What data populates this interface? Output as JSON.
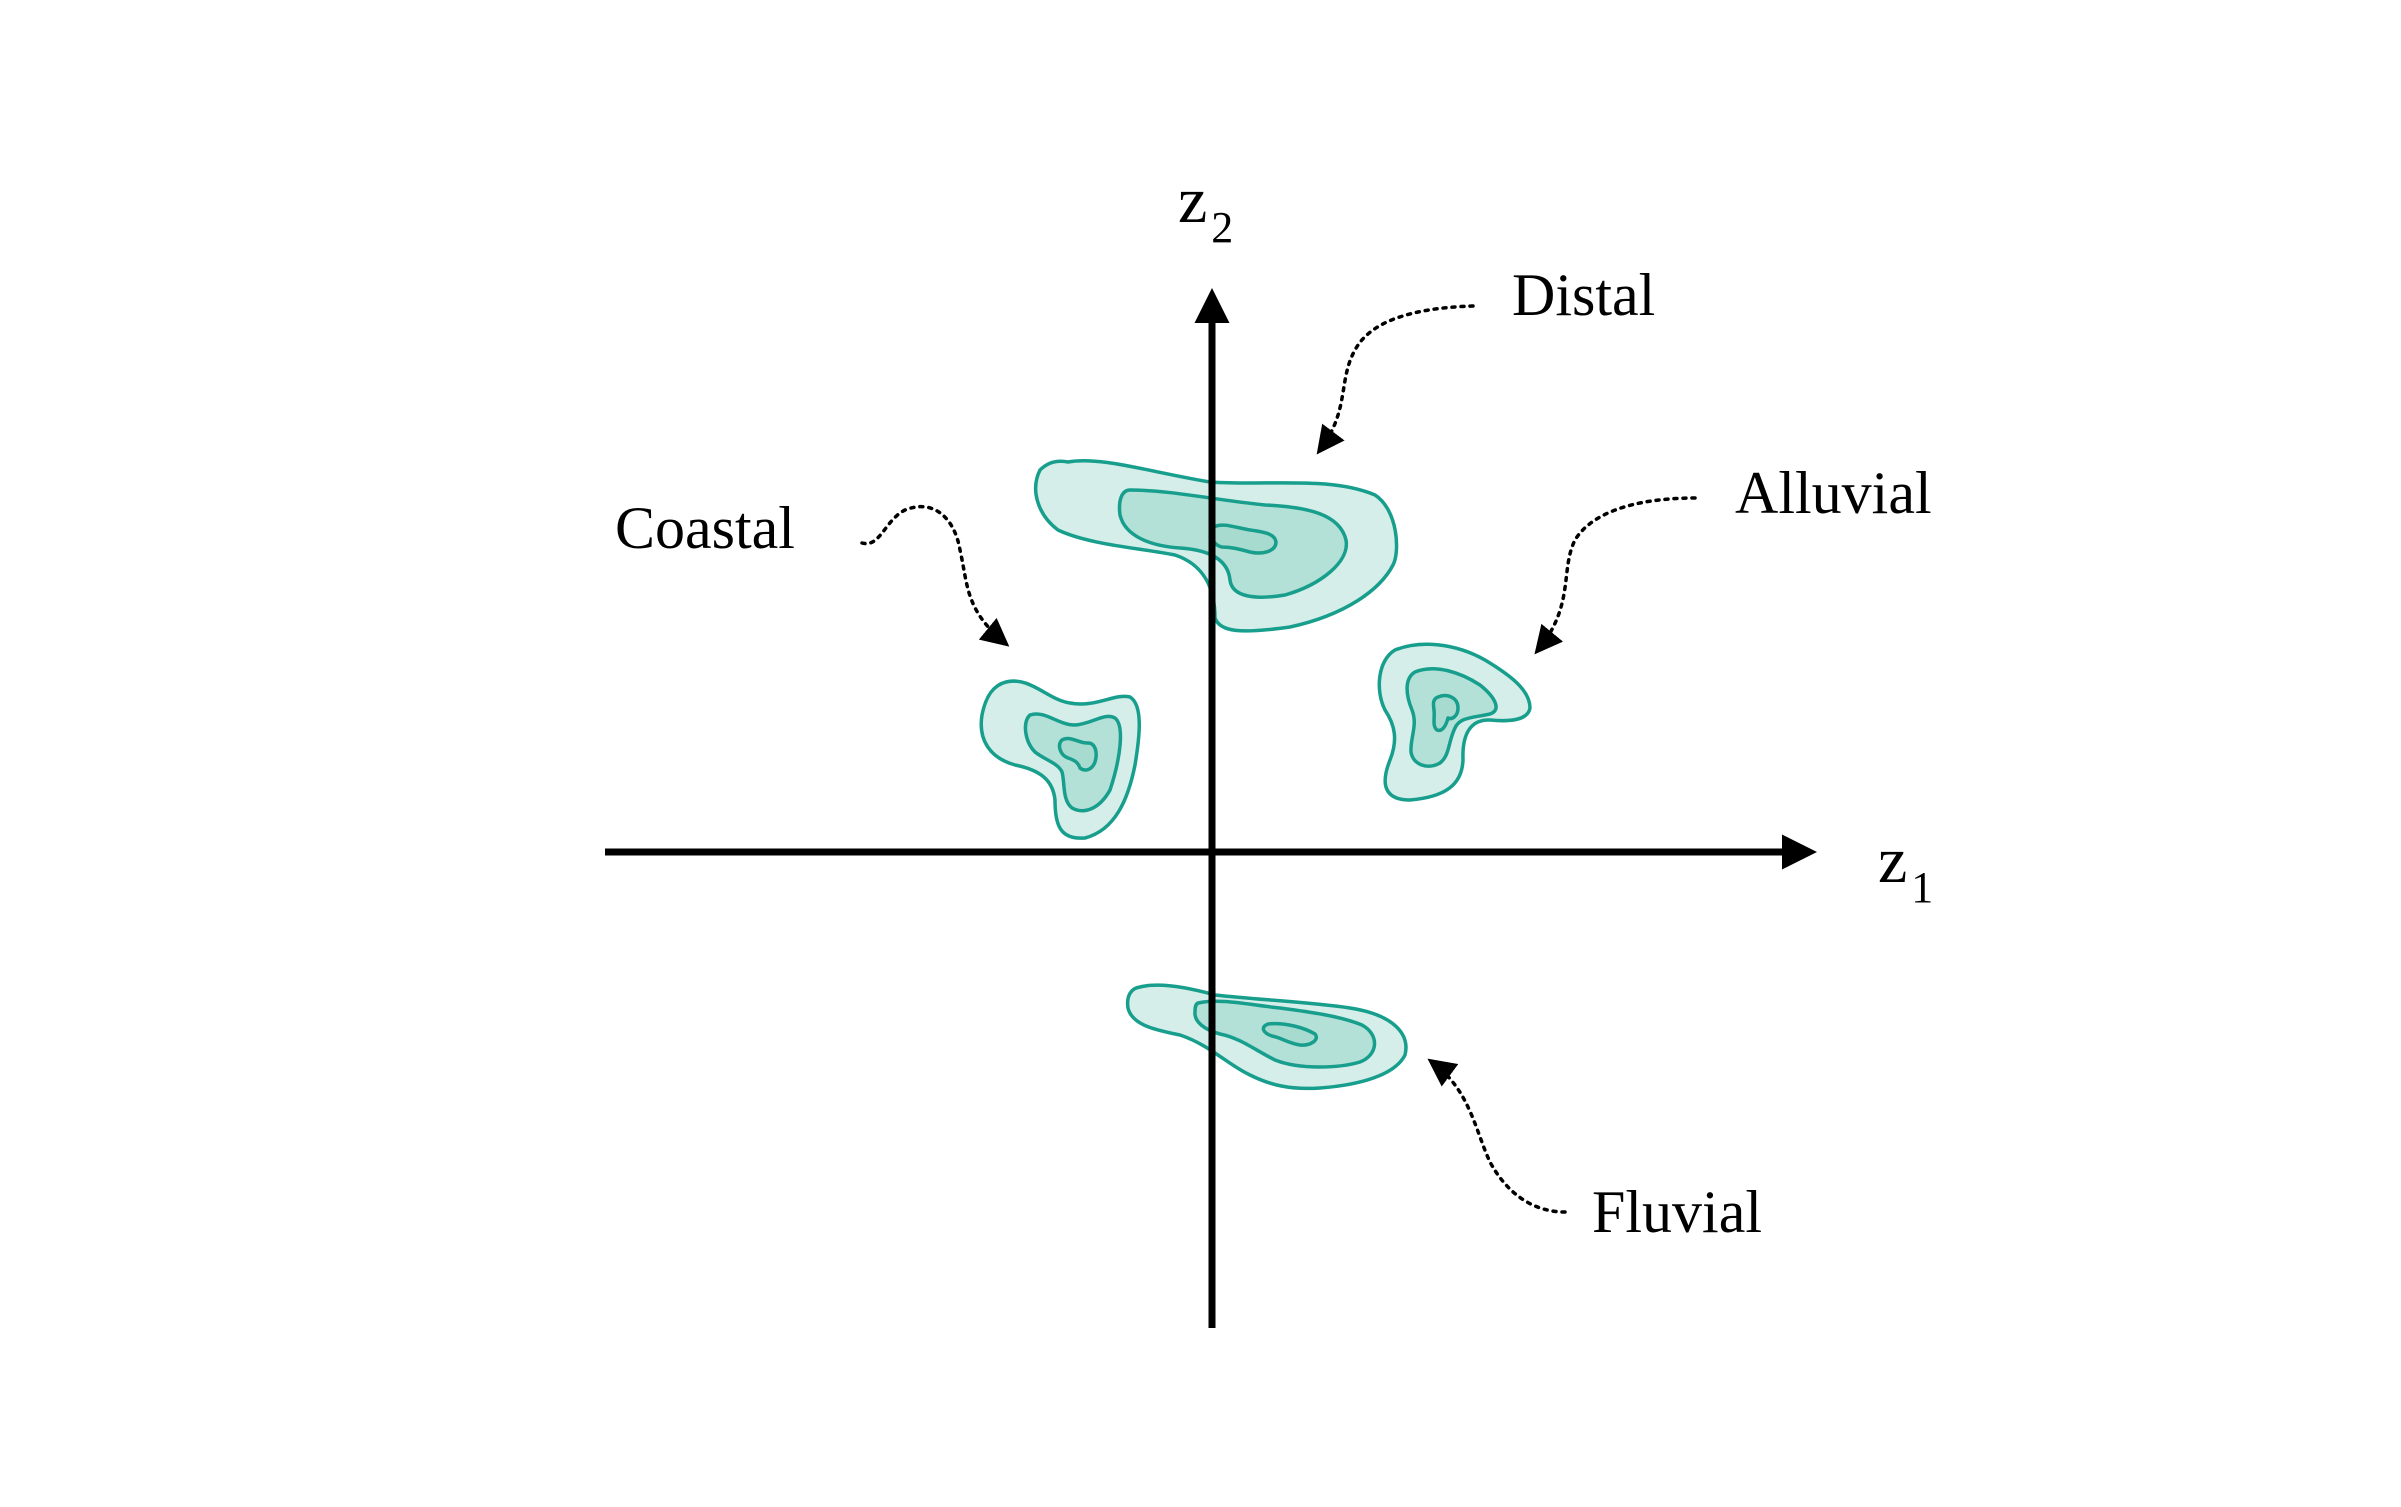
{
  "diagram": {
    "axes": {
      "x_label": "z",
      "x_subscript": "1",
      "y_label": "z",
      "y_subscript": "2"
    },
    "clusters": [
      {
        "id": "distal",
        "label": "Distal"
      },
      {
        "id": "alluvial",
        "label": "Alluvial"
      },
      {
        "id": "coastal",
        "label": "Coastal"
      },
      {
        "id": "fluvial",
        "label": "Fluvial"
      }
    ],
    "colors": {
      "contour_stroke": "#179e8c",
      "fill_outer": "#d6eee9",
      "fill_middle": "#b3e0d7",
      "fill_inner": "#a8dbd0",
      "axis": "#000000"
    }
  }
}
